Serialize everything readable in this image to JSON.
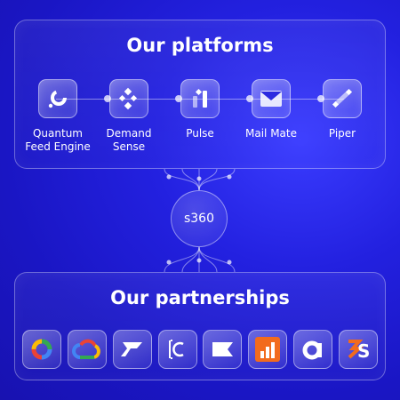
{
  "platforms_panel": {
    "title": "Our platforms",
    "items": [
      {
        "label": "Quantum\nFeed Engine",
        "icon": "quantum-feed-engine-icon"
      },
      {
        "label": "Demand\nSense",
        "icon": "demand-sense-icon"
      },
      {
        "label": "Pulse",
        "icon": "pulse-icon"
      },
      {
        "label": "Mail Mate",
        "icon": "mail-mate-icon"
      },
      {
        "label": "Piper",
        "icon": "piper-icon"
      }
    ]
  },
  "hub": {
    "label": "s360"
  },
  "partnerships_panel": {
    "title": "Our partnerships",
    "items": [
      {
        "icon": "partner-ring-logo-icon"
      },
      {
        "icon": "google-cloud-logo-icon"
      },
      {
        "icon": "partner-bolt-logo-icon"
      },
      {
        "icon": "partner-c-bracket-logo-icon"
      },
      {
        "icon": "partner-flag-logo-icon"
      },
      {
        "icon": "bar-chart-logo-icon"
      },
      {
        "icon": "partner-a-logo-icon"
      },
      {
        "icon": "partner-s-logo-icon"
      }
    ]
  },
  "colors": {
    "background": "#2321e0",
    "google_blue": "#4285f4",
    "google_red": "#ea4335",
    "google_yellow": "#fbbc05",
    "google_green": "#34a853",
    "orange": "#f26b1d"
  }
}
